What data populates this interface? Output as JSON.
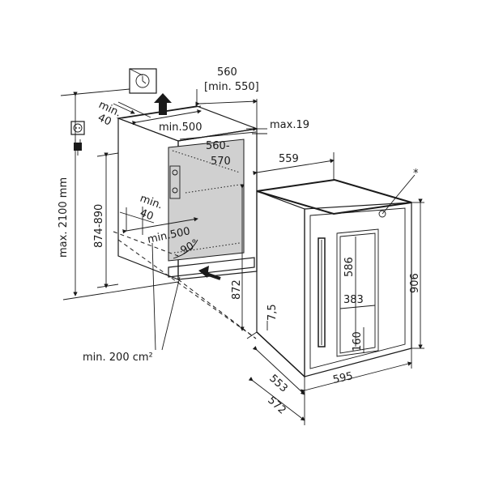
{
  "colors": {
    "line": "#1a1a1a",
    "recess_fill": "#d0d0d0",
    "appliance_fill": "#ffffff"
  },
  "icons": [
    "power-socket-icon",
    "plug-icon",
    "air-outlet-arrow-icon",
    "air-inlet-arrow-icon",
    "clock-icon"
  ],
  "labels": {
    "niche_width": "560",
    "niche_width_min": "[min. 550]",
    "min_40_top_a": "min.",
    "min_40_top_b": "40",
    "min_500_top": "min.500",
    "max_19": "max.19",
    "depth_560_570_a": "560-",
    "depth_560_570_b": "570",
    "depth_559": "559",
    "max_2100": "max. 2100 mm",
    "niche_height": "874-890",
    "min_40_mid_a": "min.",
    "min_40_mid_b": "40",
    "min_500_bottom": "min.500",
    "angle_90": "90°",
    "height_872": "872",
    "height_906": "906",
    "dim_7_5": "7,5",
    "glass_586": "586",
    "glass_383": "383",
    "glass_160": "160",
    "width_553": "553",
    "width_572": "572",
    "width_595": "595",
    "vent_area": "min. 200 cm²",
    "asterisk": "*"
  }
}
